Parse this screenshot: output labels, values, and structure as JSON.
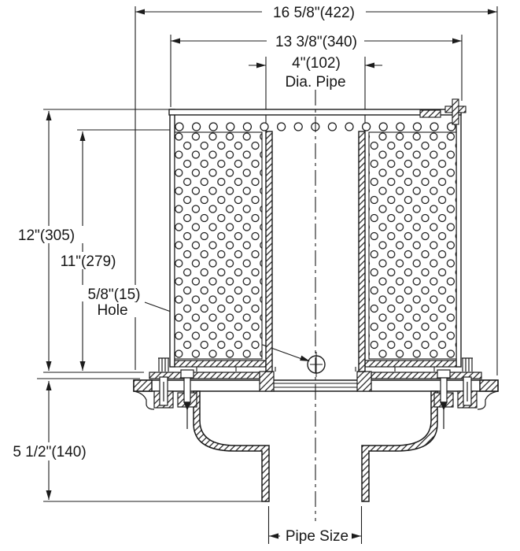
{
  "drawing": {
    "type": "technical-cross-section",
    "subject": "Floor drain body with perforated sediment bucket and standpipe",
    "background_color": "#ffffff",
    "line_color": "#1b1b1b",
    "labels": {
      "dim_overall_width": "16 5/8\"(422)",
      "dim_bucket_width": "13 3/8\"(340)",
      "dim_pipe_dia_line1": "4\"(102)",
      "dim_pipe_dia_line2": "Dia. Pipe",
      "dim_overall_height": "12\"(305)",
      "dim_bucket_height": "11\"(279)",
      "dim_hole_line1": "5/8\"(15)",
      "dim_hole_line2": "Hole",
      "dim_sump_depth": "5 1/2\"(140)",
      "dim_outlet": "Pipe Size"
    }
  }
}
